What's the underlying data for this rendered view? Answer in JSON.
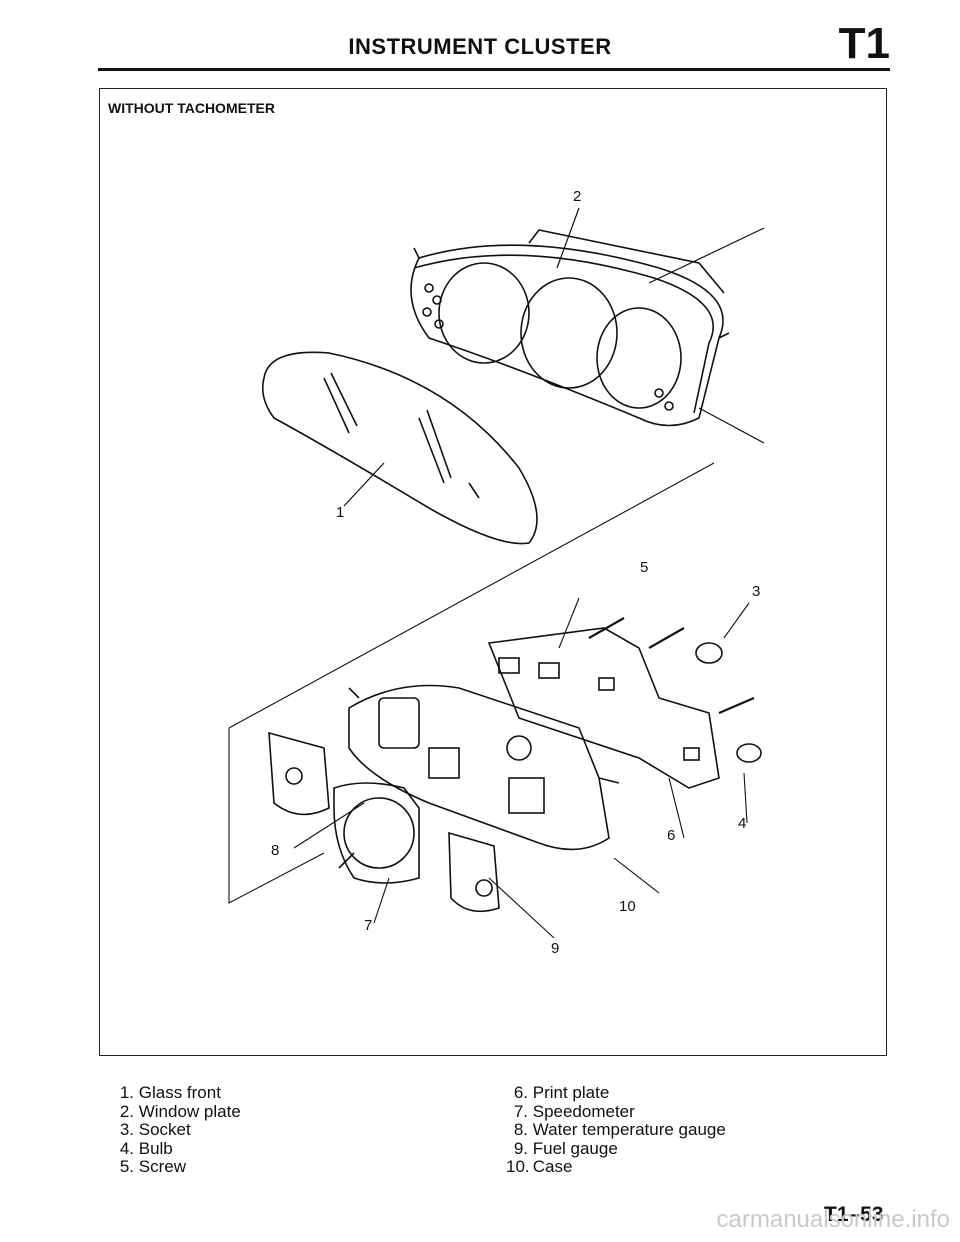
{
  "header": {
    "title": "INSTRUMENT CLUSTER",
    "section": "T1"
  },
  "figure": {
    "heading": "WITHOUT TACHOMETER",
    "callouts": [
      "1",
      "2",
      "3",
      "4",
      "5",
      "6",
      "7",
      "8",
      "9",
      "10"
    ]
  },
  "legend": {
    "left": [
      {
        "num": "1.",
        "label": "Glass front"
      },
      {
        "num": "2.",
        "label": "Window plate"
      },
      {
        "num": "3.",
        "label": "Socket"
      },
      {
        "num": "4.",
        "label": "Bulb"
      },
      {
        "num": "5.",
        "label": "Screw"
      }
    ],
    "right": [
      {
        "num": "6.",
        "label": "Print plate"
      },
      {
        "num": "7.",
        "label": "Speedometer"
      },
      {
        "num": "8.",
        "label": "Water temperature gauge"
      },
      {
        "num": "9.",
        "label": "Fuel gauge"
      },
      {
        "num": "10.",
        "label": "Case"
      }
    ]
  },
  "footer": {
    "page_number": "T1–53",
    "watermark": "carmanualsonline.info"
  }
}
